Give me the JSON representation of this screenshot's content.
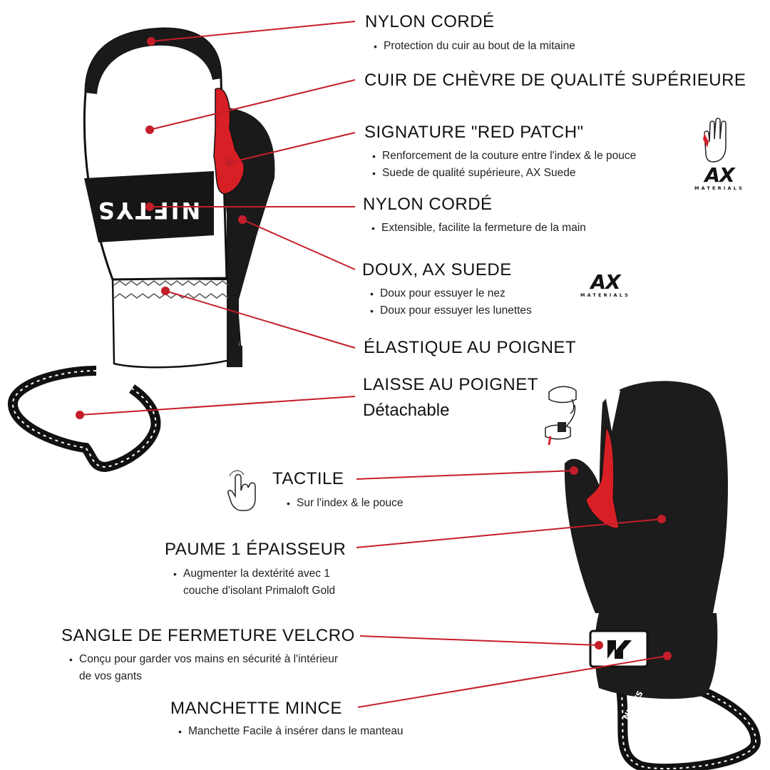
{
  "callouts": [
    {
      "heading": "NYLON CORDÉ",
      "bullets": [
        "Protection du cuir au bout de la mitaine"
      ]
    },
    {
      "heading": "CUIR DE CHÈVRE DE QUALITÉ SUPÉRIEURE",
      "bullets": []
    },
    {
      "heading": "SIGNATURE \"RED PATCH\"",
      "bullets": [
        "Renforcement de la couture entre l'index & le pouce",
        "Suede de qualité supérieure, AX Suede"
      ]
    },
    {
      "heading": "NYLON CORDÉ",
      "bullets": [
        "Extensible, facilite la fermeture de la main"
      ]
    },
    {
      "heading": "DOUX, AX SUEDE",
      "bullets": [
        "Doux pour essuyer le nez",
        "Doux pour essuyer les lunettes"
      ]
    },
    {
      "heading": "ÉLASTIQUE AU POIGNET",
      "bullets": []
    },
    {
      "heading": "LAISSE AU POIGNET",
      "subline": "Détachable",
      "bullets": []
    },
    {
      "heading": "TACTILE",
      "bullets": [
        "Sur l'index & le pouce"
      ]
    },
    {
      "heading": "PAUME 1 ÉPAISSEUR",
      "bullets": [
        "Augmenter la dextérité avec 1 couche d'isolant Primaloft Gold"
      ]
    },
    {
      "heading": "SANGLE DE FERMETURE VELCRO",
      "bullets": [
        "Conçu pour garder vos mains en sécurité à l'intérieur de vos gants"
      ]
    },
    {
      "heading": "MANCHETTE MINCE",
      "bullets": [
        "Manchette Facile à insérer dans le manteau"
      ]
    }
  ],
  "logos": {
    "ax_mark": "AX",
    "ax_word": "MATERIALS"
  },
  "glove_branding": {
    "back_logo": "NIFTYS",
    "strap_text": "NIFTYS"
  },
  "icons": [
    "hand-red-patch-icon",
    "ax-materials-logo",
    "wrist-leash-icon",
    "touch-finger-icon"
  ],
  "colors": {
    "accent_red": "#c41e2a",
    "ink": "#111111"
  }
}
